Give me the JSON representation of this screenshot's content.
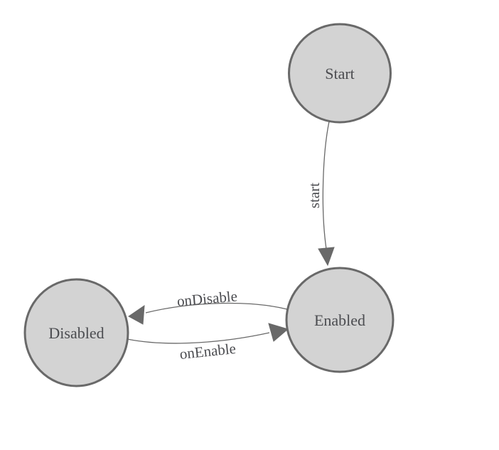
{
  "diagram": {
    "kind": "state-machine",
    "background": "#ffffff",
    "colors": {
      "node_fill": "#d3d3d3",
      "node_border": "#696969",
      "edge": "#696969",
      "arrowhead": "#696969",
      "node_label": "#4b4c50",
      "edge_label": "#4b4c50"
    },
    "nodes": [
      {
        "id": "start",
        "label": "Start"
      },
      {
        "id": "enabled",
        "label": "Enabled"
      },
      {
        "id": "disabled",
        "label": "Disabled"
      }
    ],
    "edges": [
      {
        "id": "start-to-enabled",
        "from": "start",
        "to": "enabled",
        "label": "start"
      },
      {
        "id": "enabled-to-disabled",
        "from": "enabled",
        "to": "disabled",
        "label": "onDisable"
      },
      {
        "id": "disabled-to-enabled",
        "from": "disabled",
        "to": "enabled",
        "label": "onEnable"
      }
    ]
  }
}
